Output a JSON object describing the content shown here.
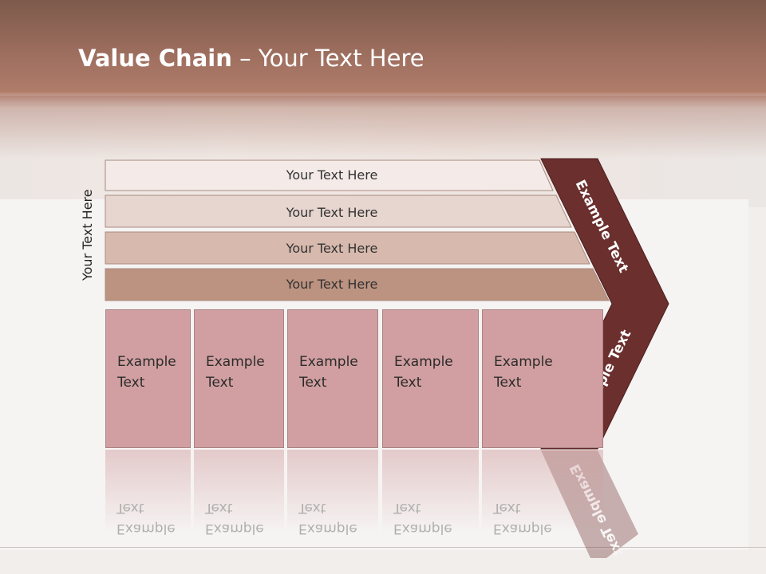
{
  "slide": {
    "title_bold": "Value Chain",
    "title_rest": " – Your Text Here",
    "side_label": "Your Text Here"
  },
  "rows": [
    {
      "label": "Your Text Here",
      "color": "#f4ebe8"
    },
    {
      "label": "Your Text Here",
      "color": "#e7d5cf"
    },
    {
      "label": "Your Text Here",
      "color": "#d7b9ad"
    },
    {
      "label": "Your Text Here",
      "color": "#bc9280"
    }
  ],
  "cells": [
    {
      "label": "Example\nText"
    },
    {
      "label": "Example\nText"
    },
    {
      "label": "Example\nText"
    },
    {
      "label": "Example\nText"
    },
    {
      "label": "Example\nText"
    }
  ],
  "chevron": {
    "upper_label": "Example Text",
    "lower_label": "Example Text",
    "color": "#6b2f2e"
  }
}
